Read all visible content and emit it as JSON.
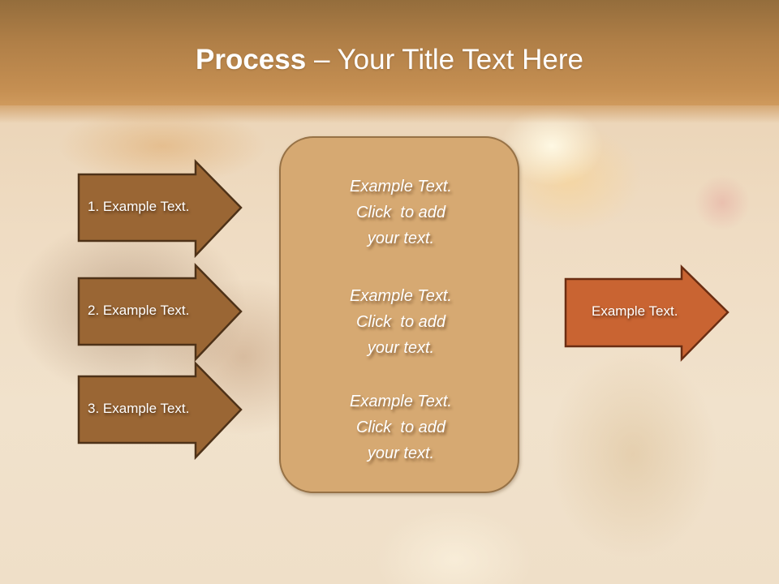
{
  "slide": {
    "title": {
      "bold": "Process",
      "rest": " – Your Title Text Here"
    },
    "left_arrows": [
      {
        "label": "1. Example Text."
      },
      {
        "label": "2. Example Text."
      },
      {
        "label": "3. Example Text."
      }
    ],
    "center_box": {
      "blocks": [
        {
          "line1": "Example Text.",
          "line2": "Click  to add",
          "line3": "your text."
        },
        {
          "line1": "Example Text.",
          "line2": "Click  to add",
          "line3": "your text."
        },
        {
          "line1": "Example Text.",
          "line2": "Click  to add",
          "line3": "your text."
        }
      ]
    },
    "right_arrow": {
      "label": "Example Text."
    },
    "colors": {
      "title_band": "#b07f47",
      "left_arrow_fill": "#9a6634",
      "left_arrow_stroke": "#4e3218",
      "center_box_fill": "#d6a972",
      "center_box_stroke": "#977246",
      "right_arrow_fill": "#c96432",
      "right_arrow_stroke": "#6a2d12"
    }
  }
}
